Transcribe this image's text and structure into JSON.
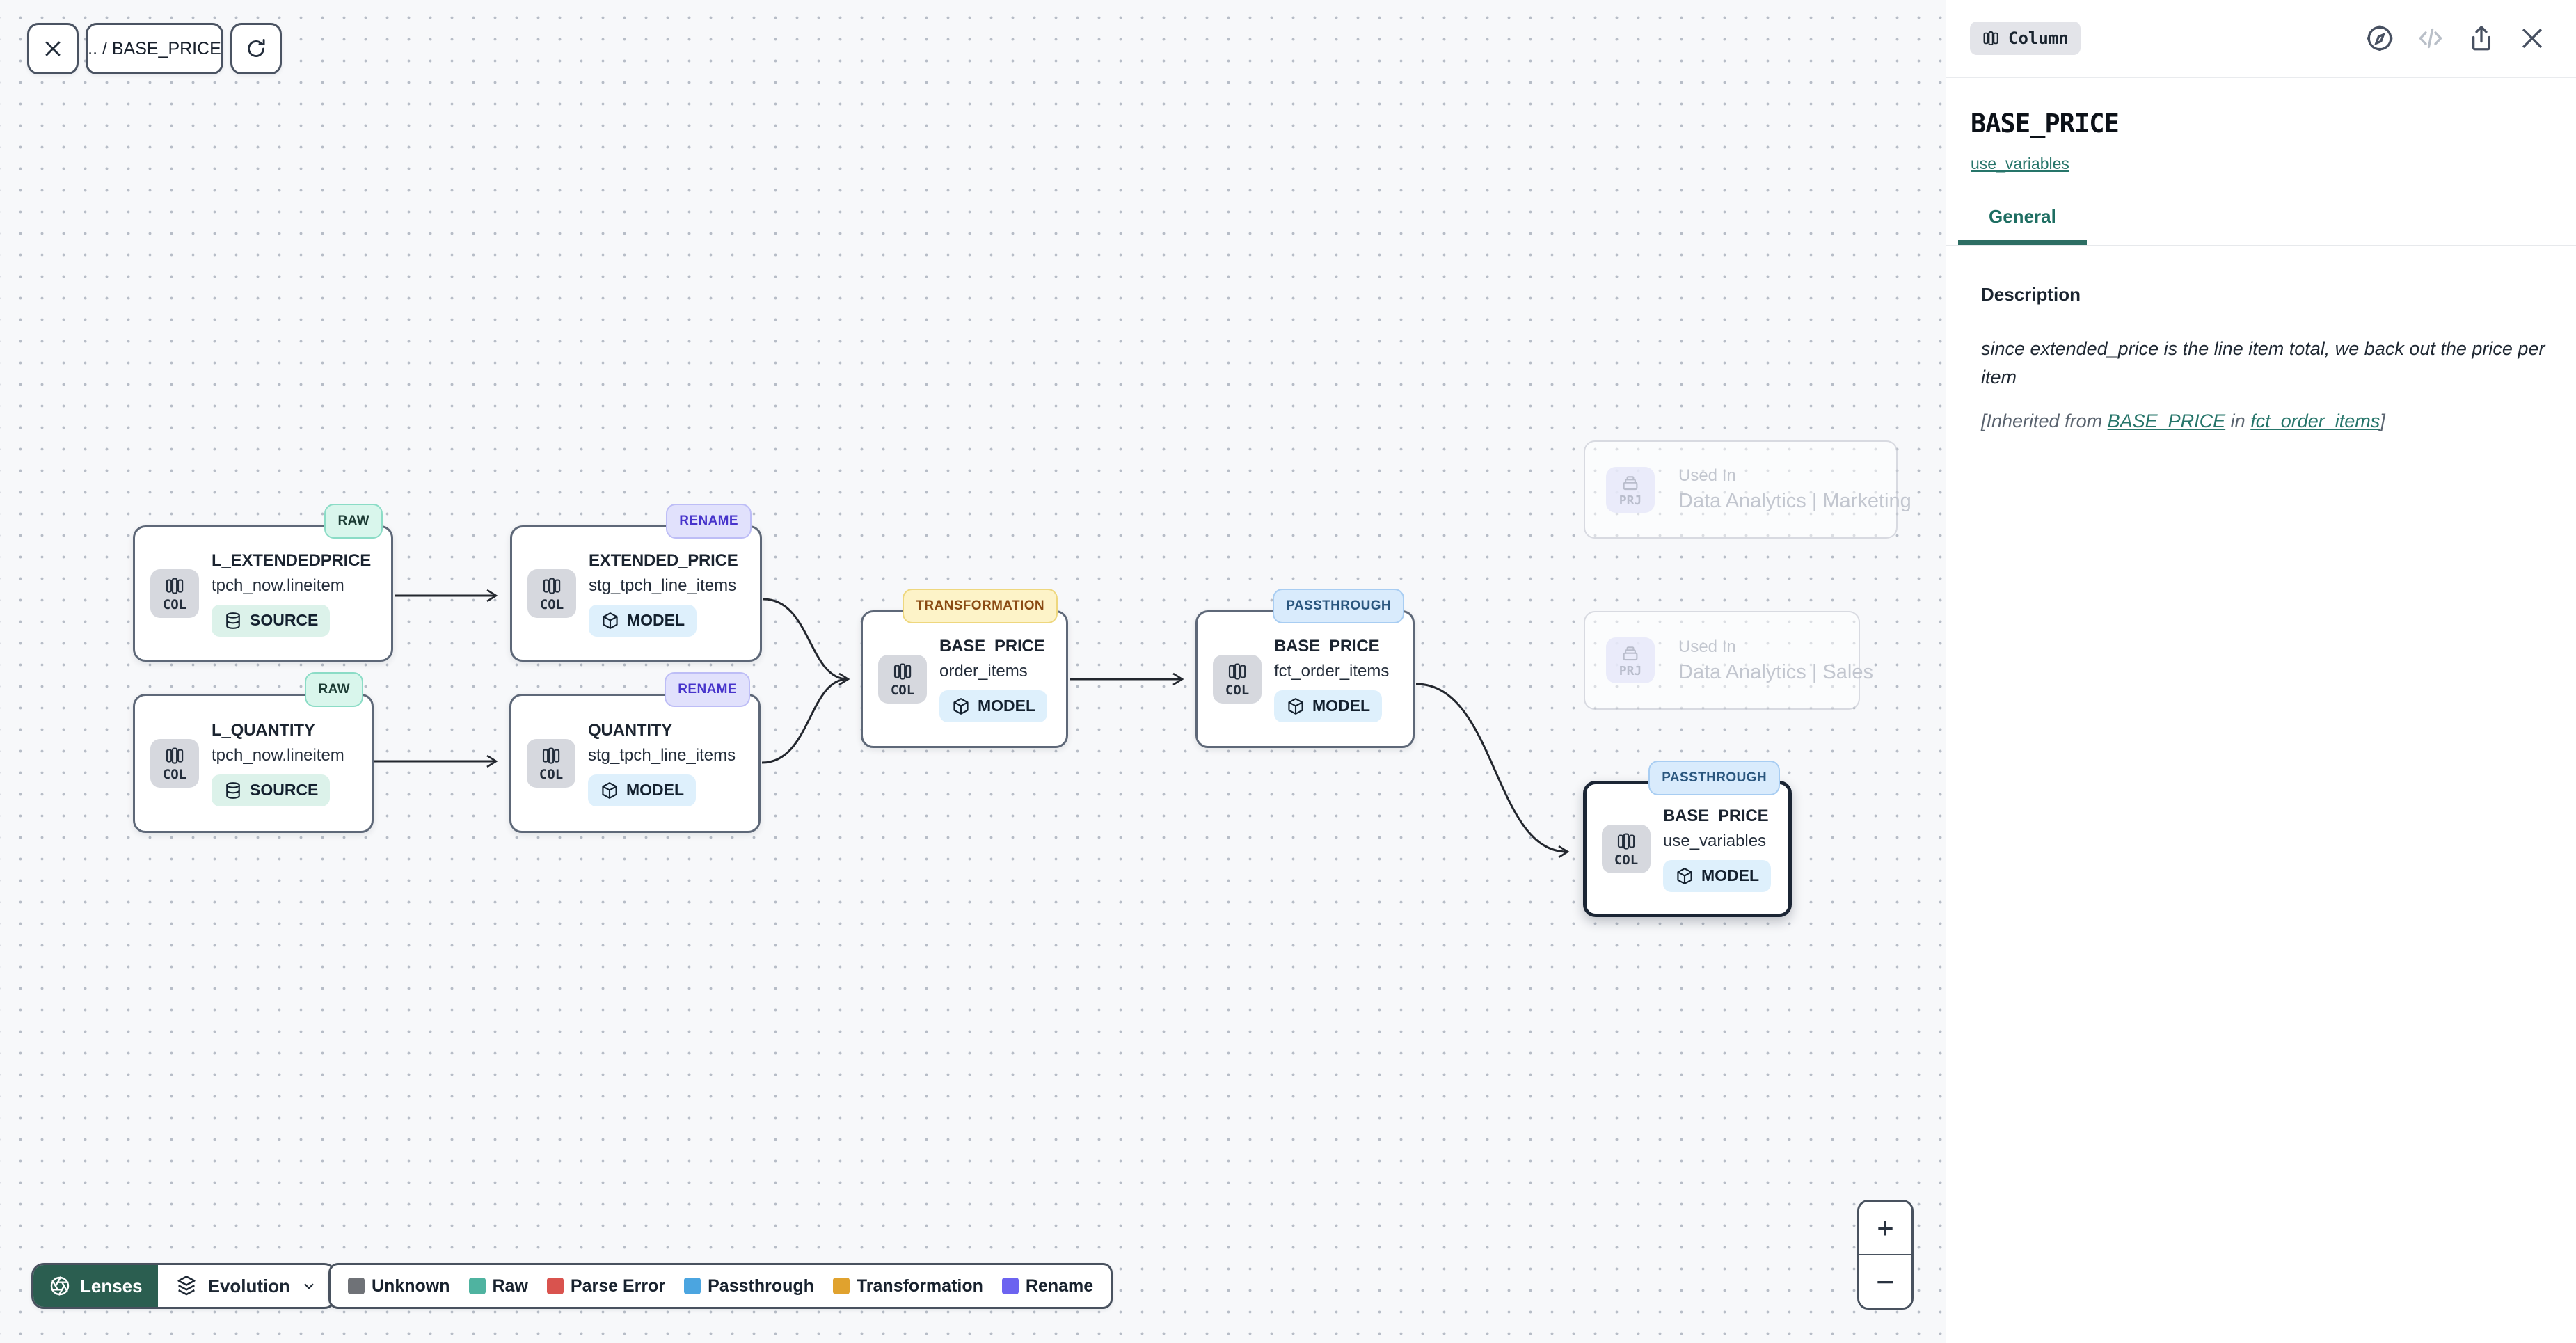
{
  "toolbar": {
    "breadcrumb": ".. / BASE_PRICE"
  },
  "graph": {
    "nodes": [
      {
        "badge": "RAW",
        "title": "L_EXTENDEDPRICE",
        "subtitle": "tpch_now.lineitem",
        "pill": "SOURCE",
        "kind": "COL"
      },
      {
        "badge": "RENAME",
        "title": "EXTENDED_PRICE",
        "subtitle": "stg_tpch_line_items",
        "pill": "MODEL",
        "kind": "COL"
      },
      {
        "badge": "RAW",
        "title": "L_QUANTITY",
        "subtitle": "tpch_now.lineitem",
        "pill": "SOURCE",
        "kind": "COL"
      },
      {
        "badge": "RENAME",
        "title": "QUANTITY",
        "subtitle": "stg_tpch_line_items",
        "pill": "MODEL",
        "kind": "COL"
      },
      {
        "badge": "TRANSFORMATION",
        "title": "BASE_PRICE",
        "subtitle": "order_items",
        "pill": "MODEL",
        "kind": "COL"
      },
      {
        "badge": "PASSTHROUGH",
        "title": "BASE_PRICE",
        "subtitle": "fct_order_items",
        "pill": "MODEL",
        "kind": "COL"
      },
      {
        "badge": "PASSTHROUGH",
        "title": "BASE_PRICE",
        "subtitle": "use_variables",
        "pill": "MODEL",
        "kind": "COL"
      }
    ],
    "used_in": [
      {
        "kind": "PRJ",
        "label": "Used In",
        "project": "Data Analytics | Marketing"
      },
      {
        "kind": "PRJ",
        "label": "Used In",
        "project": "Data Analytics | Sales"
      }
    ]
  },
  "footer": {
    "lenses_label": "Lenses",
    "lens_selected": "Evolution",
    "legend": [
      {
        "label": "Unknown",
        "color": "#6f7277"
      },
      {
        "label": "Raw",
        "color": "#4fb3a0"
      },
      {
        "label": "Parse Error",
        "color": "#d9534e"
      },
      {
        "label": "Passthrough",
        "color": "#4ba5e0"
      },
      {
        "label": "Transformation",
        "color": "#e0a22e"
      },
      {
        "label": "Rename",
        "color": "#6c63f0"
      }
    ]
  },
  "zoom_controls": {
    "zoom_in": "+",
    "zoom_out": "−"
  },
  "panel": {
    "type_badge": "Column",
    "title": "BASE_PRICE",
    "model_link": "use_variables",
    "tab_general": "General",
    "description_heading": "Description",
    "description_body": "since extended_price is the line item total, we back out the price per item",
    "inherited": {
      "prefix": "[Inherited from ",
      "link_column": "BASE_PRICE",
      "middle": " in ",
      "link_model": "fct_order_items",
      "suffix": "]"
    }
  },
  "theme": {
    "accent_teal": "#26756a",
    "lenses_green": "#2b5e50",
    "badge_raw_bg": "#d9f6ec",
    "badge_rename_bg": "#e1e1fc",
    "badge_transformation_bg": "#fdf3c8",
    "badge_passthrough_bg": "#d9ebfc",
    "edge_color": "#23272e"
  }
}
